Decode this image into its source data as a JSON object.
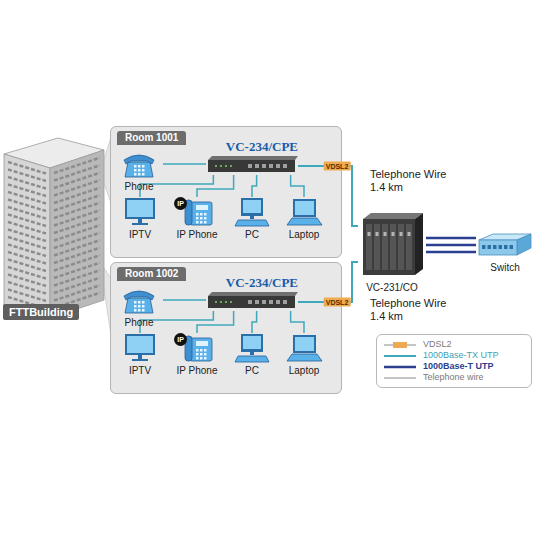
{
  "diagram": {
    "nodes": [
      {
        "text": [
          "FTTBuilding"
        ]
      },
      {
        "text": [
          "Room 1001"
        ]
      },
      {
        "text": [
          "VC-234/CPE"
        ],
        "in": 1
      },
      {
        "text": [
          "Phone"
        ],
        "in": 1
      },
      {
        "text": [
          "IPTV"
        ],
        "in": 1
      },
      {
        "text": [
          "IP Phone"
        ],
        "in": 1
      },
      {
        "text": [
          "PC"
        ],
        "in": 1
      },
      {
        "text": [
          "Laptop"
        ],
        "in": 1
      },
      {
        "text": [
          "Room 1002"
        ]
      },
      {
        "text": [
          "VC-234/CPE"
        ],
        "in": 8
      },
      {
        "text": [
          "Phone"
        ],
        "in": 8
      },
      {
        "text": [
          "IPTV"
        ],
        "in": 8
      },
      {
        "text": [
          "IP Phone"
        ],
        "in": 8
      },
      {
        "text": [
          "PC"
        ],
        "in": 8
      },
      {
        "text": [
          "Laptop"
        ],
        "in": 8
      },
      {
        "text": [
          "VC-231/CO"
        ]
      },
      {
        "text": [
          "Switch"
        ]
      }
    ],
    "edges": [
      {
        "from": 2,
        "to": 3,
        "arrow": "none"
      },
      {
        "from": 2,
        "to": 4,
        "arrow": "none"
      },
      {
        "from": 2,
        "to": 5,
        "arrow": "none"
      },
      {
        "from": 2,
        "to": 6,
        "arrow": "none"
      },
      {
        "from": 2,
        "to": 7,
        "arrow": "none"
      },
      {
        "from": 9,
        "to": 10,
        "arrow": "none"
      },
      {
        "from": 9,
        "to": 11,
        "arrow": "none"
      },
      {
        "from": 9,
        "to": 12,
        "arrow": "none"
      },
      {
        "from": 9,
        "to": 13,
        "arrow": "none"
      },
      {
        "from": 9,
        "to": 14,
        "arrow": "none"
      },
      {
        "from": 2,
        "to": 15,
        "label": "VDSL2",
        "arrow": "none"
      },
      {
        "from": 9,
        "to": 15,
        "label": "VDSL2",
        "arrow": "none"
      },
      {
        "from": 15,
        "to": 16,
        "arrow": "none"
      },
      {
        "from": 15,
        "to": 16,
        "arrow": "none"
      },
      {
        "from": 15,
        "to": 16,
        "arrow": "none"
      }
    ],
    "labels": [
      "Telephone Wire 1.4 km",
      "Telephone Wire 1.4 km",
      "IP",
      "IP"
    ],
    "legend": [
      {
        "text": "VDSL2"
      },
      {
        "text": "1000Base-TX UTP"
      },
      {
        "text": "1000Base-T UTP"
      },
      {
        "text": "Telephone wire"
      }
    ]
  }
}
